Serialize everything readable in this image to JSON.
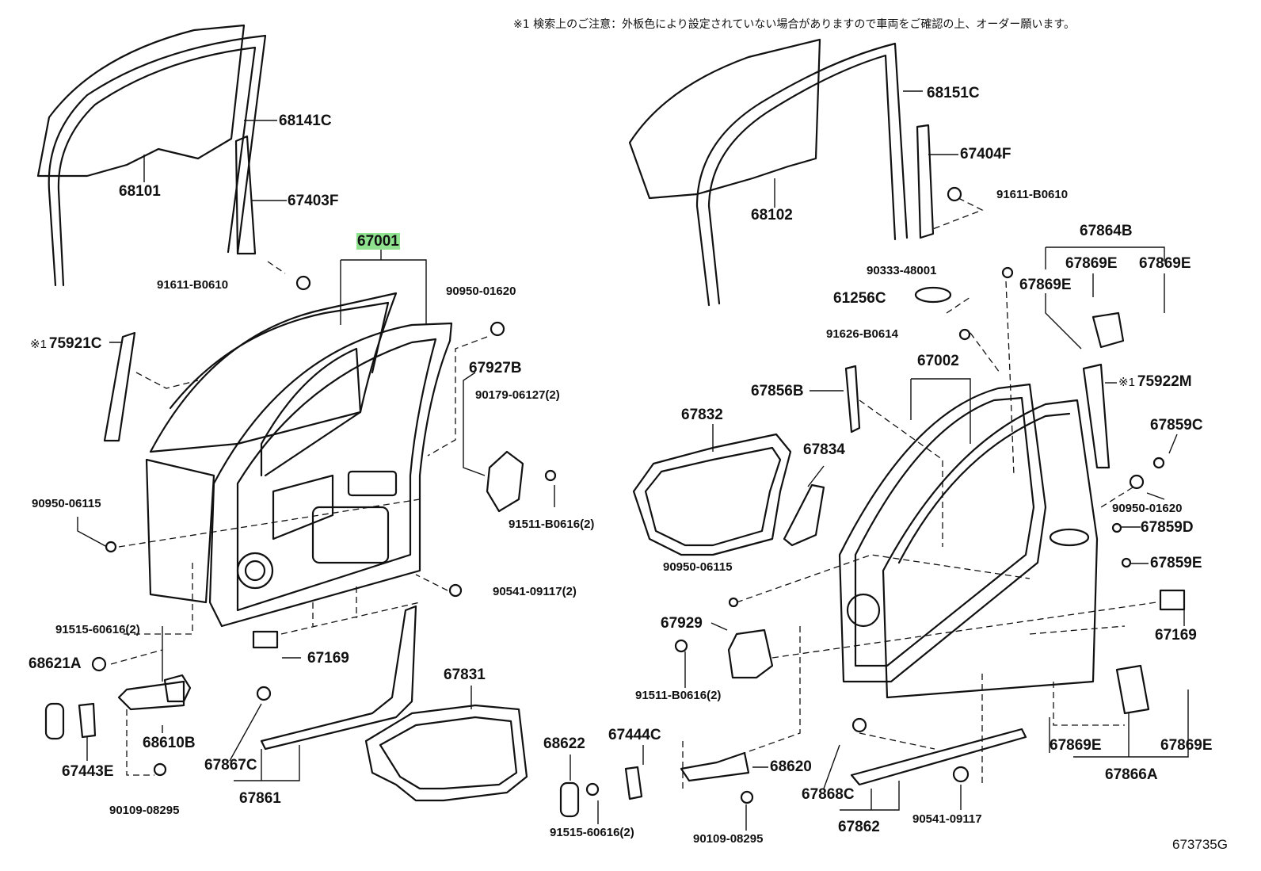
{
  "note": "※1 検索上のご注意：外板色により設定されていない場合がありますので車両をご確認の上、オーダー願います。",
  "diagram_id": "673735G",
  "highlight_color": "#8fe38f",
  "labels": {
    "p68101": "68101",
    "p68141C": "68141C",
    "p67403F": "67403F",
    "p91611B0610_l": "91611-B0610",
    "p67001": "67001",
    "p75921C": "75921C",
    "p90950_01620_l": "90950-01620",
    "p67927B": "67927B",
    "p90179": "90179-06127(2)",
    "p90950_06115_l": "90950-06115",
    "p91511_l": "91511-B0616(2)",
    "p90541_l": "90541-09117(2)",
    "p91515_l": "91515-60616(2)",
    "p68621A": "68621A",
    "p67169_l": "67169",
    "p67831": "67831",
    "p68610B": "68610B",
    "p67443E": "67443E",
    "p67867C": "67867C",
    "p90109_l": "90109-08295",
    "p67861": "67861",
    "p68151C": "68151C",
    "p67404F": "67404F",
    "p68102": "68102",
    "p91611B0610_r": "91611-B0610",
    "p67864B": "67864B",
    "p90333": "90333-48001",
    "p67869E_a": "67869E",
    "p67869E_b": "67869E",
    "p67869E_c": "67869E",
    "p61256C": "61256C",
    "p91626": "91626-B0614",
    "p67002": "67002",
    "p67856B": "67856B",
    "p75922M": "75922M",
    "p67832": "67832",
    "p67834": "67834",
    "p67859C": "67859C",
    "p90950_01620_r": "90950-01620",
    "p67859D": "67859D",
    "p67859E": "67859E",
    "p90950_06115_r": "90950-06115",
    "p67929": "67929",
    "p67169_r": "67169",
    "p91511_r": "91511-B0616(2)",
    "p68622": "68622",
    "p67444C": "67444C",
    "p68620": "68620",
    "p67868C": "67868C",
    "p67869E_d": "67869E",
    "p67869E_e": "67869E",
    "p67866A": "67866A",
    "p91515_r": "91515-60616(2)",
    "p90109_r": "90109-08295",
    "p67862": "67862",
    "p90541_r": "90541-09117"
  },
  "ref_mark": "※1"
}
